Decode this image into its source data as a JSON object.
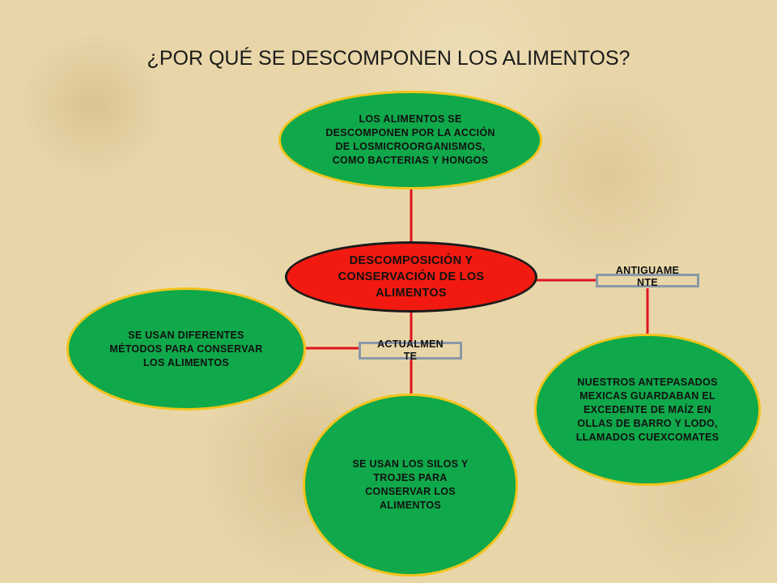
{
  "title": "¿POR QUÉ SE DESCOMPONEN LOS ALIMENTOS?",
  "colors": {
    "green_node": "#0fa84a",
    "green_border": "#f2c41a",
    "center_node": "#f21a10",
    "connector": "#e0141e",
    "tag_border": "#8a98a8"
  },
  "nodes": {
    "center": "DESCOMPOSICIÓN Y CONSERVACIÓN DE LOS ALIMENTOS",
    "top": "LOS ALIMENTOS SE DESCOMPONEN POR LA ACCIÓN DE LOSMICROORGANISMOS, COMO BACTERIAS Y HONGOS",
    "left": "SE USAN DIFERENTES MÉTODOS PARA CONSERVAR LOS ALIMENTOS",
    "bottom": "SE USAN LOS SILOS Y TROJES PARA CONSERVAR LOS ALIMENTOS",
    "right": "NUESTROS ANTEPASADOS MEXICAS GUARDABAN EL EXCEDENTE DE MAÍZ EN OLLAS DE BARRO Y LODO, LLAMADOS CUEXCOMATES"
  },
  "tags": {
    "actualmente": "ACTUALMEN TE",
    "antiguamente": "ANTIGUAME NTE"
  }
}
